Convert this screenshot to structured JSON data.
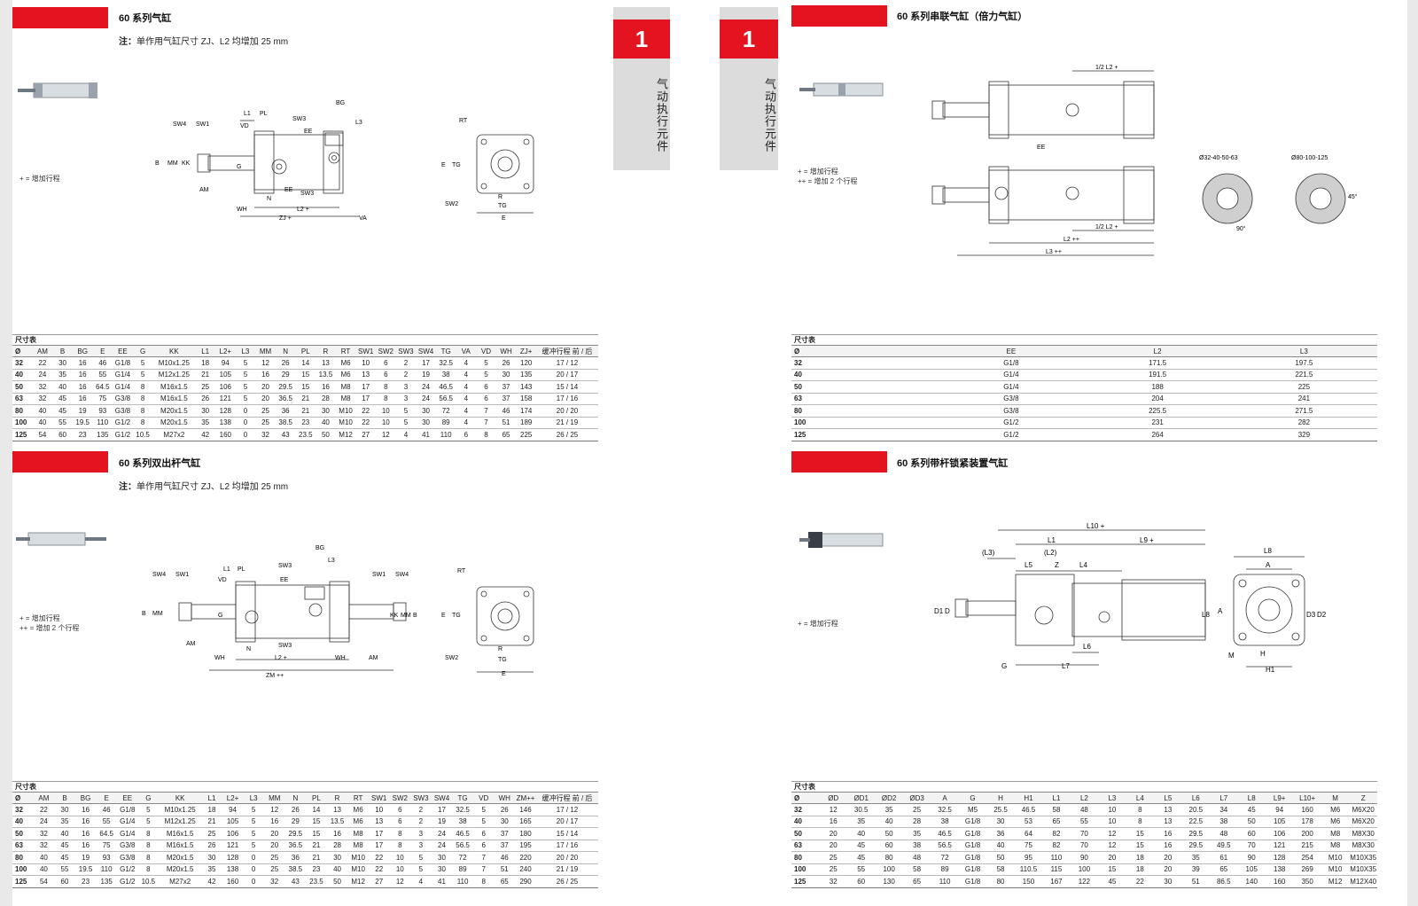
{
  "left_tab": {
    "number": "1",
    "label": "气动执行元件"
  },
  "right_tab": {
    "number": "1",
    "label": "气动执行元件"
  },
  "sections": {
    "s1": {
      "title": "60 系列气缸",
      "note_prefix": "注：",
      "note_text": "单作用气缸尺寸 ZJ、L2 均增加 25 mm",
      "legend": [
        "+ = 增加行程"
      ],
      "table_title": "尺寸表",
      "headers": [
        "Ø",
        "AM",
        "B",
        "BG",
        "E",
        "EE",
        "G",
        "KK",
        "L1",
        "L2+",
        "L3",
        "MM",
        "N",
        "PL",
        "R",
        "RT",
        "SW1",
        "SW2",
        "SW3",
        "SW4",
        "TG",
        "VA",
        "VD",
        "WH",
        "ZJ+",
        "缓冲行程  前 / 后"
      ],
      "rows": [
        [
          "32",
          "22",
          "30",
          "16",
          "46",
          "G1/8",
          "5",
          "M10x1.25",
          "18",
          "94",
          "5",
          "12",
          "26",
          "14",
          "13",
          "M6",
          "10",
          "6",
          "2",
          "17",
          "32.5",
          "4",
          "5",
          "26",
          "120",
          "17 / 12"
        ],
        [
          "40",
          "24",
          "35",
          "16",
          "55",
          "G1/4",
          "5",
          "M12x1.25",
          "21",
          "105",
          "5",
          "16",
          "29",
          "15",
          "13.5",
          "M6",
          "13",
          "6",
          "2",
          "19",
          "38",
          "4",
          "5",
          "30",
          "135",
          "20 / 17"
        ],
        [
          "50",
          "32",
          "40",
          "16",
          "64.5",
          "G1/4",
          "8",
          "M16x1.5",
          "25",
          "106",
          "5",
          "20",
          "29.5",
          "15",
          "16",
          "M8",
          "17",
          "8",
          "3",
          "24",
          "46.5",
          "4",
          "6",
          "37",
          "143",
          "15 / 14"
        ],
        [
          "63",
          "32",
          "45",
          "16",
          "75",
          "G3/8",
          "8",
          "M16x1.5",
          "26",
          "121",
          "5",
          "20",
          "36.5",
          "21",
          "28",
          "M8",
          "17",
          "8",
          "3",
          "24",
          "56.5",
          "4",
          "6",
          "37",
          "158",
          "17 / 16"
        ],
        [
          "80",
          "40",
          "45",
          "19",
          "93",
          "G3/8",
          "8",
          "M20x1.5",
          "30",
          "128",
          "0",
          "25",
          "36",
          "21",
          "30",
          "M10",
          "22",
          "10",
          "5",
          "30",
          "72",
          "4",
          "7",
          "46",
          "174",
          "20 / 20"
        ],
        [
          "100",
          "40",
          "55",
          "19.5",
          "110",
          "G1/2",
          "8",
          "M20x1.5",
          "35",
          "138",
          "0",
          "25",
          "38.5",
          "23",
          "40",
          "M10",
          "22",
          "10",
          "5",
          "30",
          "89",
          "4",
          "7",
          "51",
          "189",
          "21 / 19"
        ],
        [
          "125",
          "54",
          "60",
          "23",
          "135",
          "G1/2",
          "10.5",
          "M27x2",
          "42",
          "160",
          "0",
          "32",
          "43",
          "23.5",
          "50",
          "M12",
          "27",
          "12",
          "4",
          "41",
          "110",
          "6",
          "8",
          "65",
          "225",
          "26 / 25"
        ]
      ]
    },
    "s2": {
      "title": "60 系列串联气缸（倍力气缸）",
      "legend": [
        "+ = 增加行程",
        "++ = 增加 2 个行程"
      ],
      "table_title": "尺寸表",
      "headers": [
        "Ø",
        "EE",
        "L2",
        "L3"
      ],
      "rows": [
        [
          "32",
          "G1/8",
          "171.5",
          "197.5"
        ],
        [
          "40",
          "G1/4",
          "191.5",
          "221.5"
        ],
        [
          "50",
          "G1/4",
          "188",
          "225"
        ],
        [
          "63",
          "G3/8",
          "204",
          "241"
        ],
        [
          "80",
          "G3/8",
          "225.5",
          "271.5"
        ],
        [
          "100",
          "G1/2",
          "231",
          "282"
        ],
        [
          "125",
          "G1/2",
          "264",
          "329"
        ]
      ],
      "diagram_labels": {
        "half_l2_top": "1/2 L2 +",
        "half_l2_bottom": "1/2 L2 +",
        "l2": "L2 ++",
        "l3": "L3 ++",
        "ee": "EE",
        "small": "Ø32-40-50-63",
        "large": "Ø80-100-125",
        "angle90": "90°",
        "angle45": "45°"
      }
    },
    "s3": {
      "title": "60 系列双出杆气缸",
      "note_prefix": "注：",
      "note_text": "单作用气缸尺寸 ZJ、L2 均增加 25 mm",
      "legend": [
        "+ = 增加行程",
        "++ = 增加 2 个行程"
      ],
      "table_title": "尺寸表",
      "headers": [
        "Ø",
        "AM",
        "B",
        "BG",
        "E",
        "EE",
        "G",
        "KK",
        "L1",
        "L2+",
        "L3",
        "MM",
        "N",
        "PL",
        "R",
        "RT",
        "SW1",
        "SW2",
        "SW3",
        "SW4",
        "TG",
        "VD",
        "WH",
        "ZM++",
        "缓冲行程  前 / 后"
      ],
      "rows": [
        [
          "32",
          "22",
          "30",
          "16",
          "46",
          "G1/8",
          "5",
          "M10x1.25",
          "18",
          "94",
          "5",
          "12",
          "26",
          "14",
          "13",
          "M6",
          "10",
          "6",
          "2",
          "17",
          "32.5",
          "5",
          "26",
          "146",
          "17 / 12"
        ],
        [
          "40",
          "24",
          "35",
          "16",
          "55",
          "G1/4",
          "5",
          "M12x1.25",
          "21",
          "105",
          "5",
          "16",
          "29",
          "15",
          "13.5",
          "M6",
          "13",
          "6",
          "2",
          "19",
          "38",
          "5",
          "30",
          "165",
          "20 / 17"
        ],
        [
          "50",
          "32",
          "40",
          "16",
          "64.5",
          "G1/4",
          "8",
          "M16x1.5",
          "25",
          "106",
          "5",
          "20",
          "29.5",
          "15",
          "16",
          "M8",
          "17",
          "8",
          "3",
          "24",
          "46.5",
          "6",
          "37",
          "180",
          "15 / 14"
        ],
        [
          "63",
          "32",
          "45",
          "16",
          "75",
          "G3/8",
          "8",
          "M16x1.5",
          "26",
          "121",
          "5",
          "20",
          "36.5",
          "21",
          "28",
          "M8",
          "17",
          "8",
          "3",
          "24",
          "56.5",
          "6",
          "37",
          "195",
          "17 / 16"
        ],
        [
          "80",
          "40",
          "45",
          "19",
          "93",
          "G3/8",
          "8",
          "M20x1.5",
          "30",
          "128",
          "0",
          "25",
          "36",
          "21",
          "30",
          "M10",
          "22",
          "10",
          "5",
          "30",
          "72",
          "7",
          "46",
          "220",
          "20 / 20"
        ],
        [
          "100",
          "40",
          "55",
          "19.5",
          "110",
          "G1/2",
          "8",
          "M20x1.5",
          "35",
          "138",
          "0",
          "25",
          "38.5",
          "23",
          "40",
          "M10",
          "22",
          "10",
          "5",
          "30",
          "89",
          "7",
          "51",
          "240",
          "21 / 19"
        ],
        [
          "125",
          "54",
          "60",
          "23",
          "135",
          "G1/2",
          "10.5",
          "M27x2",
          "42",
          "160",
          "0",
          "32",
          "43",
          "23.5",
          "50",
          "M12",
          "27",
          "12",
          "4",
          "41",
          "110",
          "8",
          "65",
          "290",
          "26 / 25"
        ]
      ]
    },
    "s4": {
      "title": "60 系列带杆锁紧装置气缸",
      "legend": [
        "+ = 增加行程"
      ],
      "table_title": "尺寸表",
      "headers": [
        "Ø",
        "ØD",
        "ØD1",
        "ØD2",
        "ØD3",
        "A",
        "G",
        "H",
        "H1",
        "L1",
        "L2",
        "L3",
        "L4",
        "L5",
        "L6",
        "L7",
        "L8",
        "L9+",
        "L10+",
        "M",
        "Z"
      ],
      "rows": [
        [
          "32",
          "12",
          "30.5",
          "35",
          "25",
          "32.5",
          "M5",
          "25.5",
          "46.5",
          "58",
          "48",
          "10",
          "8",
          "13",
          "20.5",
          "34",
          "45",
          "94",
          "160",
          "M6",
          "M6X20"
        ],
        [
          "40",
          "16",
          "35",
          "40",
          "28",
          "38",
          "G1/8",
          "30",
          "53",
          "65",
          "55",
          "10",
          "8",
          "13",
          "22.5",
          "38",
          "50",
          "105",
          "178",
          "M6",
          "M6X20"
        ],
        [
          "50",
          "20",
          "40",
          "50",
          "35",
          "46.5",
          "G1/8",
          "36",
          "64",
          "82",
          "70",
          "12",
          "15",
          "16",
          "29.5",
          "48",
          "60",
          "106",
          "200",
          "M8",
          "M8X30"
        ],
        [
          "63",
          "20",
          "45",
          "60",
          "38",
          "56.5",
          "G1/8",
          "40",
          "75",
          "82",
          "70",
          "12",
          "15",
          "16",
          "29.5",
          "49.5",
          "70",
          "121",
          "215",
          "M8",
          "M8X30"
        ],
        [
          "80",
          "25",
          "45",
          "80",
          "48",
          "72",
          "G1/8",
          "50",
          "95",
          "110",
          "90",
          "20",
          "18",
          "20",
          "35",
          "61",
          "90",
          "128",
          "254",
          "M10",
          "M10X35"
        ],
        [
          "100",
          "25",
          "55",
          "100",
          "58",
          "89",
          "G1/8",
          "58",
          "110.5",
          "115",
          "100",
          "15",
          "18",
          "20",
          "39",
          "65",
          "105",
          "138",
          "269",
          "M10",
          "M10X35"
        ],
        [
          "125",
          "32",
          "60",
          "130",
          "65",
          "110",
          "G1/8",
          "80",
          "150",
          "167",
          "122",
          "45",
          "22",
          "30",
          "51",
          "86.5",
          "140",
          "160",
          "350",
          "M12",
          "M12X40"
        ]
      ],
      "diagram_labels": {
        "l10": "L10 +",
        "l1": "L1",
        "l9": "L9 +",
        "l3p": "(L3)",
        "l2p": "(L2)",
        "l5": "L5",
        "z": "Z",
        "l4": "L4",
        "l6": "L6",
        "l7": "L7",
        "l8a": "L8",
        "l8b": "L8",
        "a1": "A",
        "a2": "A",
        "d1": "D1",
        "d": "D",
        "d2": "D2",
        "d3": "D3",
        "g": "G",
        "m": "M",
        "h": "H",
        "h1": "H1"
      }
    }
  },
  "s1_diagram_labels": {
    "sw4": "SW4",
    "sw1": "SW1",
    "b": "B",
    "mm": "MM",
    "kk": "KK",
    "am": "AM",
    "g": "G",
    "vd": "VD",
    "l1": "L1",
    "pl": "PL",
    "sw3": "SW3",
    "bg": "BG",
    "l3": "L3",
    "ee": "EE",
    "ee2": "EE",
    "sw3b": "SW3",
    "n": "N",
    "wh": "WH",
    "l2": "L2 +",
    "zj": "ZJ +",
    "va": "VA",
    "rt": "RT",
    "e": "E",
    "tg": "TG",
    "r": "R",
    "tg2": "TG",
    "e2": "E",
    "sw2": "SW2"
  },
  "s3_diagram_labels": {
    "sw4": "SW4",
    "sw1": "SW1",
    "b": "B",
    "mm": "MM",
    "am": "AM",
    "g": "G",
    "vd": "VD",
    "l1": "L1",
    "pl": "PL",
    "sw3": "SW3",
    "bg": "BG",
    "l3": "L3",
    "ee": "EE",
    "sw3b": "SW3",
    "n": "N",
    "wh": "WH",
    "l2": "L2 +",
    "wh2": "WH",
    "am2": "AM",
    "zm": "ZM ++",
    "sw1b": "SW1",
    "sw4b": "SW4",
    "kk": "KK",
    "mm2": "MM",
    "b2": "B",
    "rt": "RT",
    "e": "E",
    "tg": "TG",
    "r": "R",
    "tg2": "TG",
    "e2": "E",
    "sw2": "SW2"
  }
}
